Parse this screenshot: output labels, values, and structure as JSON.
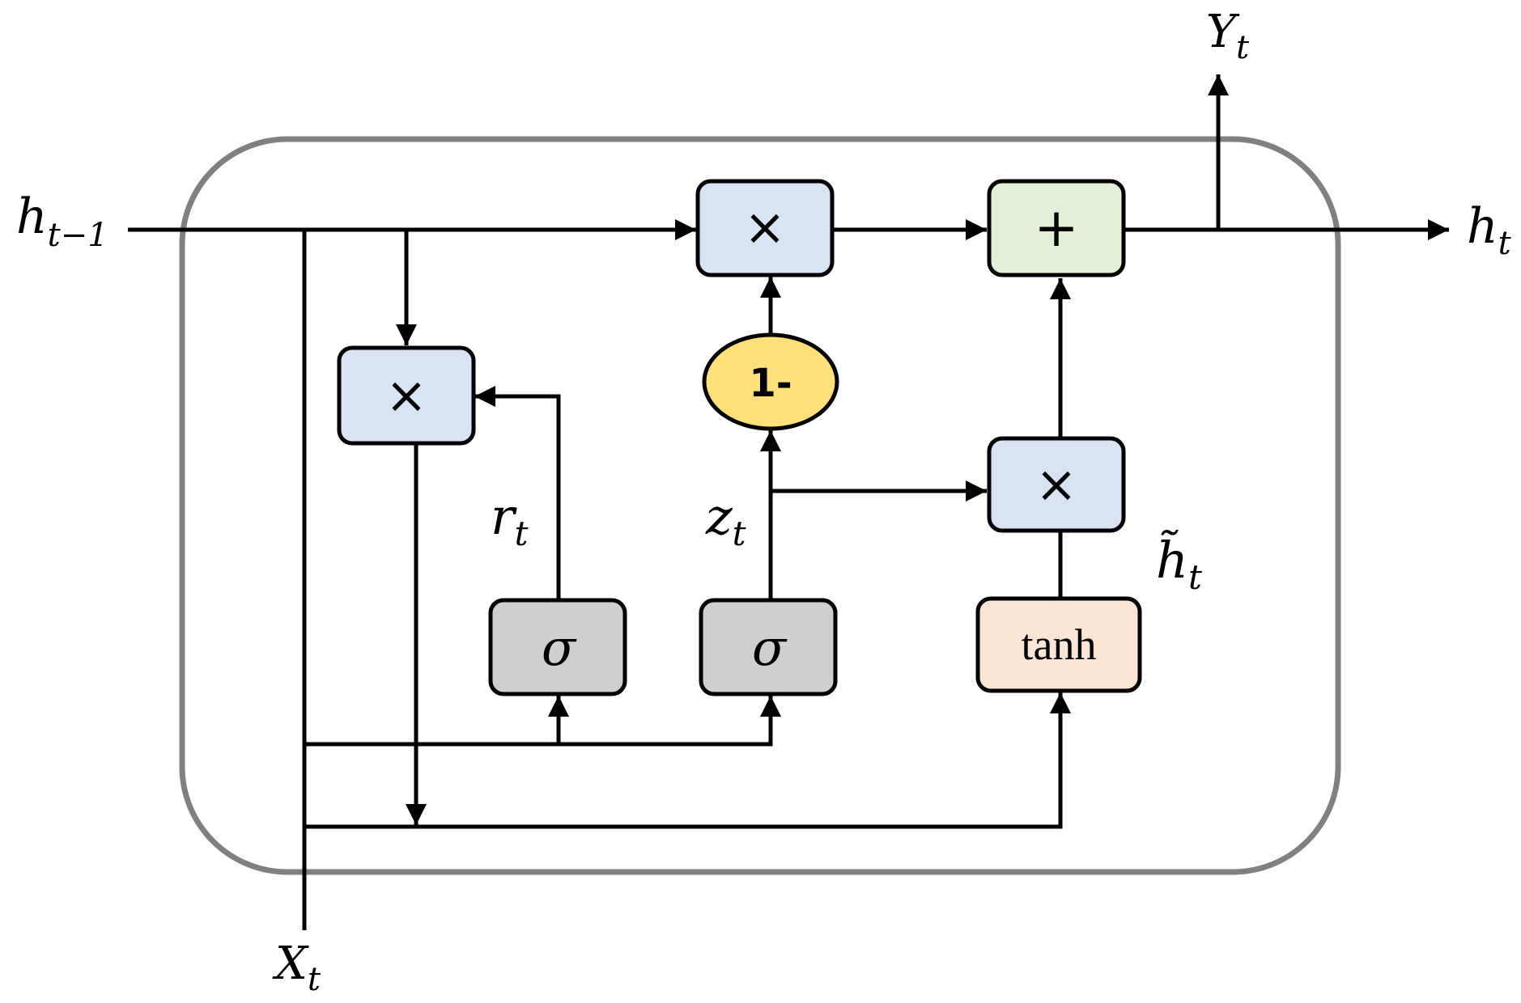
{
  "colors": {
    "line": "#000000",
    "frame": "#808080",
    "mult_fill": "#dae3f3",
    "add_fill": "#e2f0d9",
    "sigma_fill": "#d0cece",
    "tanh_fill": "#fbe5d6",
    "one_minus_fill": "#ffe07a"
  },
  "labels": {
    "h_prev": {
      "main": "h",
      "sub": "t−1"
    },
    "h_out": {
      "main": "h",
      "sub": "t"
    },
    "y_out": {
      "main": "Y",
      "sub": "t"
    },
    "x_in": {
      "main": "X",
      "sub": "t"
    },
    "r_gate": {
      "main": "r",
      "sub": "t"
    },
    "z_gate": {
      "main": "z",
      "sub": "t"
    },
    "h_tilde": {
      "main": "h̃",
      "sub": "t"
    }
  },
  "ops": {
    "mult_top": "×",
    "mult_reset": "×",
    "mult_candidate": "×",
    "add": "+",
    "one_minus": "1-",
    "sigma_reset": "σ",
    "sigma_update": "σ",
    "tanh": "tanh"
  }
}
